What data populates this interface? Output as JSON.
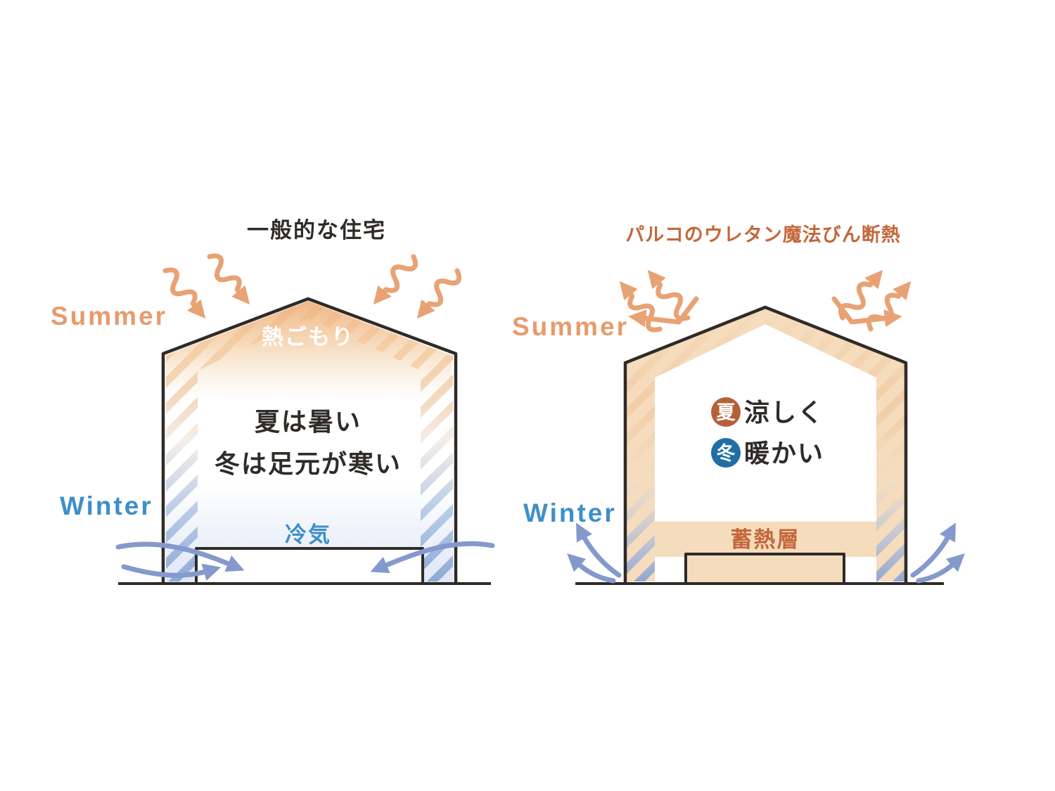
{
  "left_house": {
    "title": "一般的な住宅",
    "summer_label": "Summer",
    "winter_label": "Winter",
    "heat_trap_label": "熱ごもり",
    "interior_line1": "夏は暑い",
    "interior_line2": "冬は足元が寒い",
    "cold_air_label": "冷気"
  },
  "right_house": {
    "title": "パルコのウレタン魔法びん断熱",
    "summer_label": "Summer",
    "winter_label": "Winter",
    "summer_badge": "夏",
    "summer_badge_text": "涼しく",
    "winter_badge": "冬",
    "winter_badge_text": "暖かい",
    "heat_storage_label": "蓄熱層"
  },
  "colors": {
    "summer_orange": "#E8A274",
    "title_brown": "#C3683C",
    "winter_blue": "#3E8FC9",
    "arrow_blue": "#8499CC",
    "insulation_tan": "#F5DCBD",
    "summer_badge_bg": "#B4613B",
    "winter_badge_bg": "#1F6FA4",
    "outline_black": "#2E2B28"
  }
}
